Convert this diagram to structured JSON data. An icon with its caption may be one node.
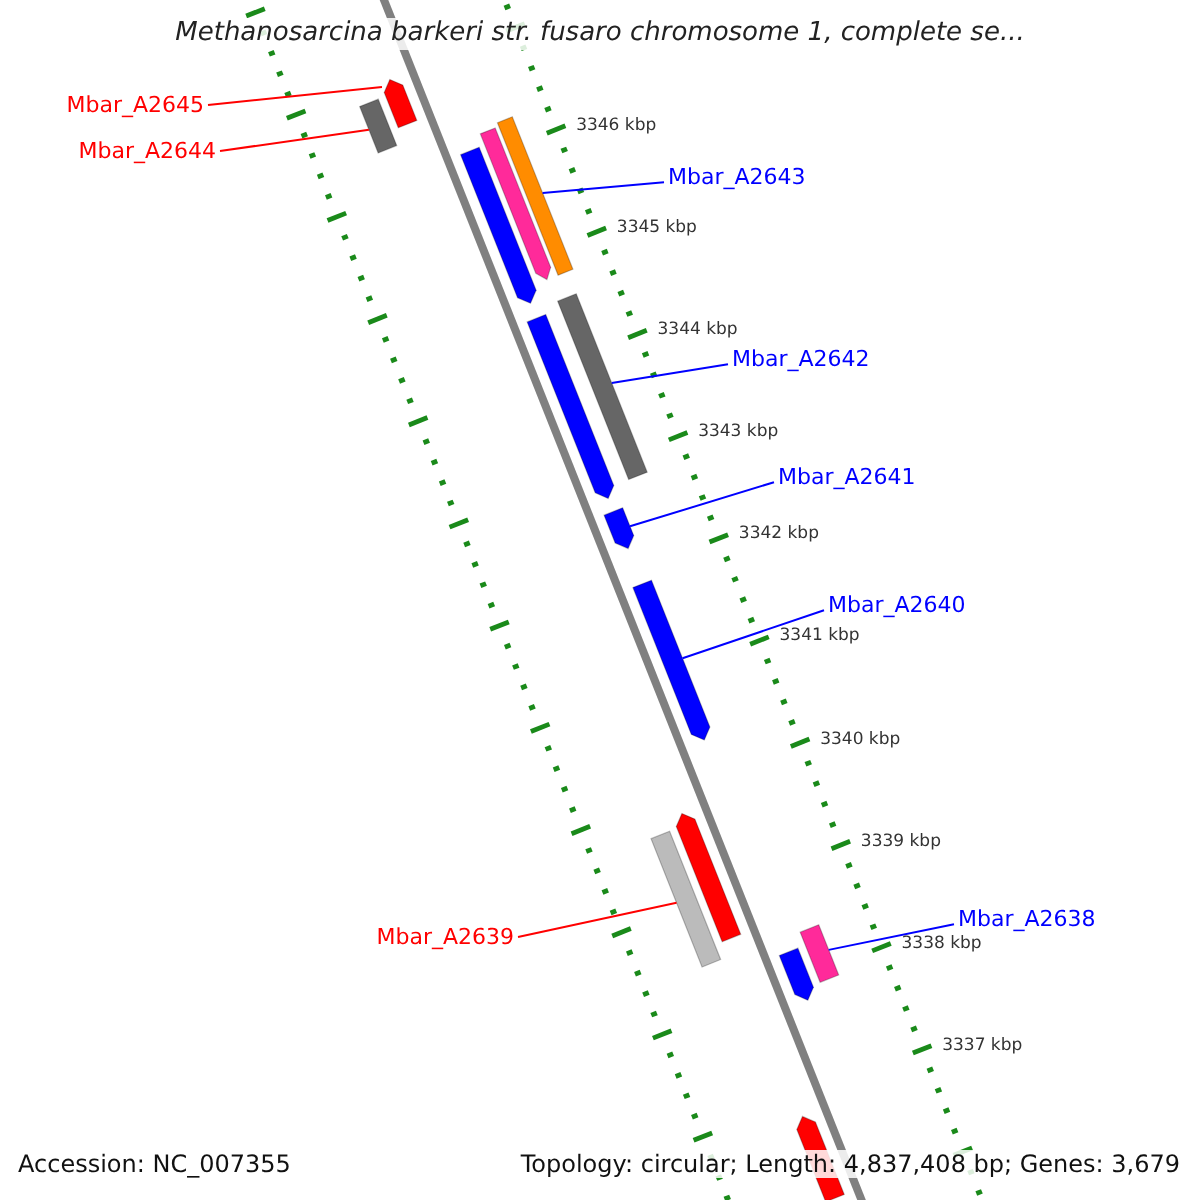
{
  "diagram": {
    "title": "Methanosarcina barkeri str. fusaro chromosome 1, complete se...",
    "nodes": [
      {
        "text": [
          "Mbar_A2645"
        ]
      },
      {
        "text": [
          "Mbar_A2644"
        ]
      },
      {
        "text": [
          "Mbar_A2643"
        ]
      },
      {
        "text": [
          "Mbar_A2642"
        ]
      },
      {
        "text": [
          "Mbar_A2641"
        ]
      },
      {
        "text": [
          "Mbar_A2640"
        ]
      },
      {
        "text": [
          "Mbar_A2639"
        ]
      },
      {
        "text": [
          "Mbar_A2638"
        ]
      },
      {
        "text": [],
        "shape": "arrow"
      },
      {
        "text": [],
        "shape": "bar"
      },
      {
        "text": [],
        "shape": "bar"
      },
      {
        "text": [],
        "shape": "bar"
      },
      {
        "text": [],
        "shape": "arrow"
      },
      {
        "text": [],
        "shape": "arrow"
      },
      {
        "text": [],
        "shape": "bar"
      },
      {
        "text": [],
        "shape": "bar"
      },
      {
        "text": [],
        "shape": "arrow"
      },
      {
        "text": [],
        "shape": "arrow"
      },
      {
        "text": [],
        "shape": "arrow"
      },
      {
        "text": [],
        "shape": "arrow"
      },
      {
        "text": [],
        "shape": "arrow"
      },
      {
        "text": [],
        "shape": "arrow"
      }
    ],
    "edges": [
      {
        "from": 0,
        "to": 8,
        "arrow": "none",
        "color": "#ff0000"
      },
      {
        "from": 1,
        "to": 9,
        "arrow": "none",
        "color": "#ff0000"
      },
      {
        "from": 2,
        "to": 10,
        "arrow": "none"
      },
      {
        "from": 3,
        "to": 11,
        "arrow": "none"
      },
      {
        "from": 4,
        "to": 12,
        "arrow": "none"
      },
      {
        "from": 5,
        "to": 13,
        "arrow": "none"
      },
      {
        "from": 6,
        "to": 14,
        "arrow": "none",
        "color": "#ff0000"
      },
      {
        "from": 7,
        "to": 15,
        "arrow": "none"
      }
    ],
    "labels": [
      "3346 kbp",
      "3345 kbp",
      "3344 kbp",
      "3343 kbp",
      "3342 kbp",
      "3341 kbp",
      "3340 kbp",
      "3339 kbp",
      "3338 kbp",
      "3337 kbp",
      "Accession: NC_007355",
      "Topology: circular; Length: 4,837,408 bp; Genes: 3,679"
    ]
  }
}
